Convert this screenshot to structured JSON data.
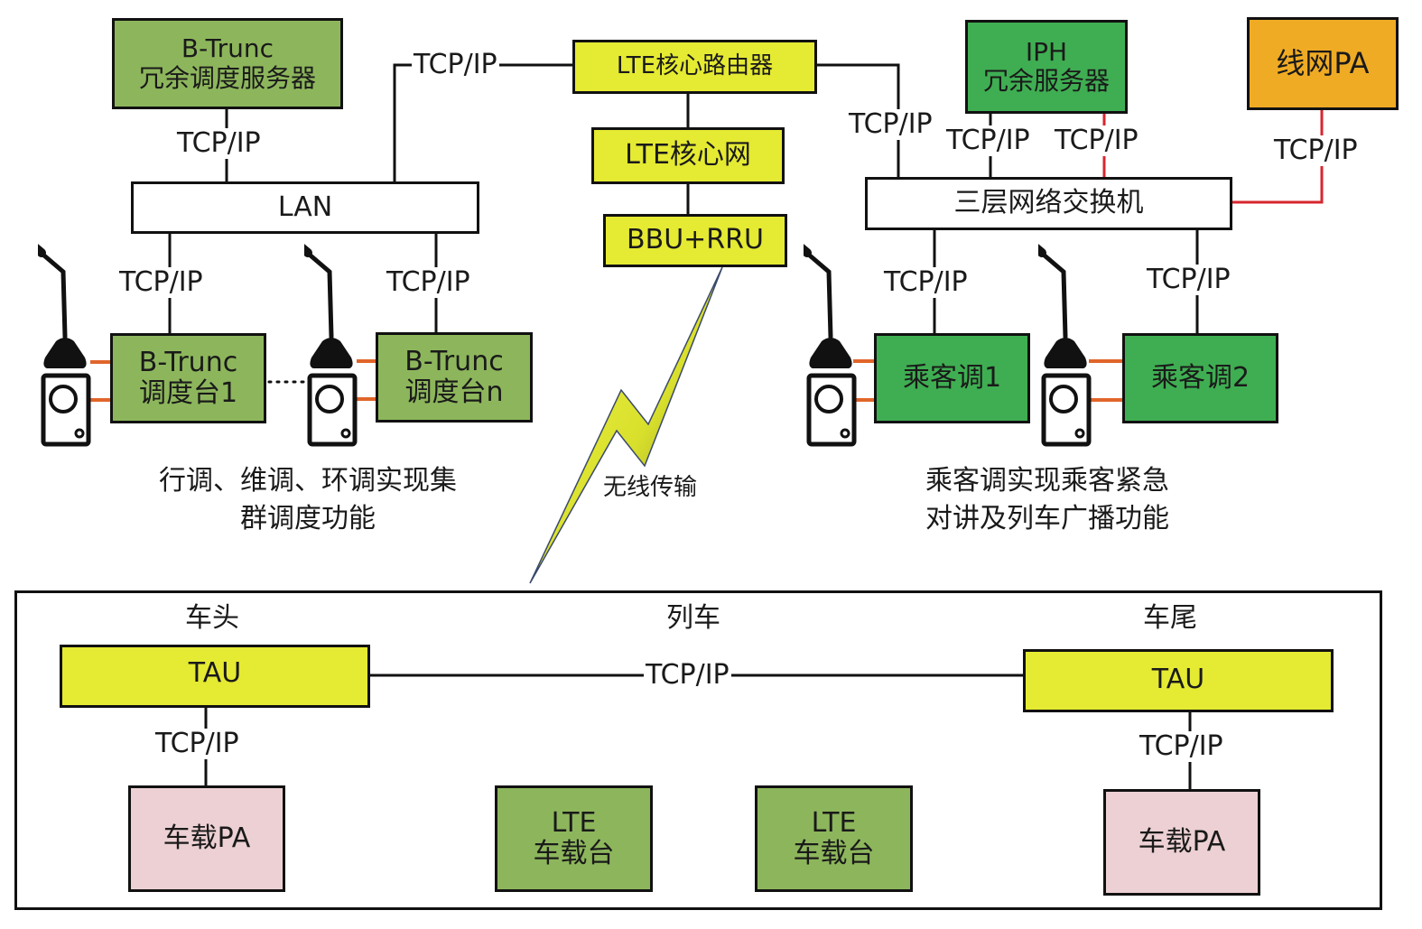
{
  "title": "LTE 集群调度与乘客信息系统网络结构图",
  "colors": {
    "box_green_light": "#8db65c",
    "box_green_dark": "#3fae52",
    "box_yellow": "#e5ea32",
    "box_orange": "#f0ab24",
    "box_pink": "#ecd0d3",
    "line_black": "#111111",
    "line_red": "#d8262e",
    "link_orange": "#e0652a"
  },
  "nodes": {
    "btrunc_server": {
      "line1": "B-Trunc",
      "line2": "冗余调度服务器"
    },
    "lan": {
      "label": "LAN"
    },
    "lte_router": {
      "label": "LTE核心路由器"
    },
    "lte_core": {
      "label": "LTE核心网"
    },
    "bbu_rru": {
      "label": "BBU+RRU"
    },
    "iph_server": {
      "line1": "IPH",
      "line2": "冗余服务器"
    },
    "line_pa": {
      "label": "线网PA"
    },
    "l3_switch": {
      "label": "三层网络交换机"
    },
    "dispatch_console_1": {
      "line1": "B-Trunc",
      "line2": "调度台1"
    },
    "dispatch_console_n": {
      "line1": "B-Trunc",
      "line2": "调度台n"
    },
    "passenger_console_1": {
      "label": "乘客调1"
    },
    "passenger_console_2": {
      "label": "乘客调2"
    },
    "tau_head": {
      "label": "TAU"
    },
    "tau_tail": {
      "label": "TAU"
    },
    "onboard_pa_head": {
      "label": "车载PA"
    },
    "onboard_pa_tail": {
      "label": "车载PA"
    },
    "lte_onboard_1": {
      "line1": "LTE",
      "line2": "车载台"
    },
    "lte_onboard_2": {
      "line1": "LTE",
      "line2": "车载台"
    }
  },
  "links": {
    "protocol": "TCP/IP",
    "btrunc_server_lan": "TCP/IP",
    "lan_router": "TCP/IP",
    "router_switch": "TCP/IP",
    "iph_switch_a": "TCP/IP",
    "iph_switch_b": "TCP/IP",
    "linepa_switch": "TCP/IP",
    "lan_console_1": "TCP/IP",
    "lan_console_n": "TCP/IP",
    "switch_pconsole_1": "TCP/IP",
    "switch_pconsole_2": "TCP/IP",
    "tau_tau": "TCP/IP",
    "tau_head_pa": "TCP/IP",
    "tau_tail_pa": "TCP/IP"
  },
  "wireless": {
    "label": "无线传输"
  },
  "captions": {
    "dispatch_line1": "行调、维调、环调实现集",
    "dispatch_line2": "群调度功能",
    "passenger_line1": "乘客调实现乘客紧急",
    "passenger_line2": "对讲及列车广播功能"
  },
  "train": {
    "head_label": "车头",
    "center_label": "列车",
    "tail_label": "车尾"
  }
}
